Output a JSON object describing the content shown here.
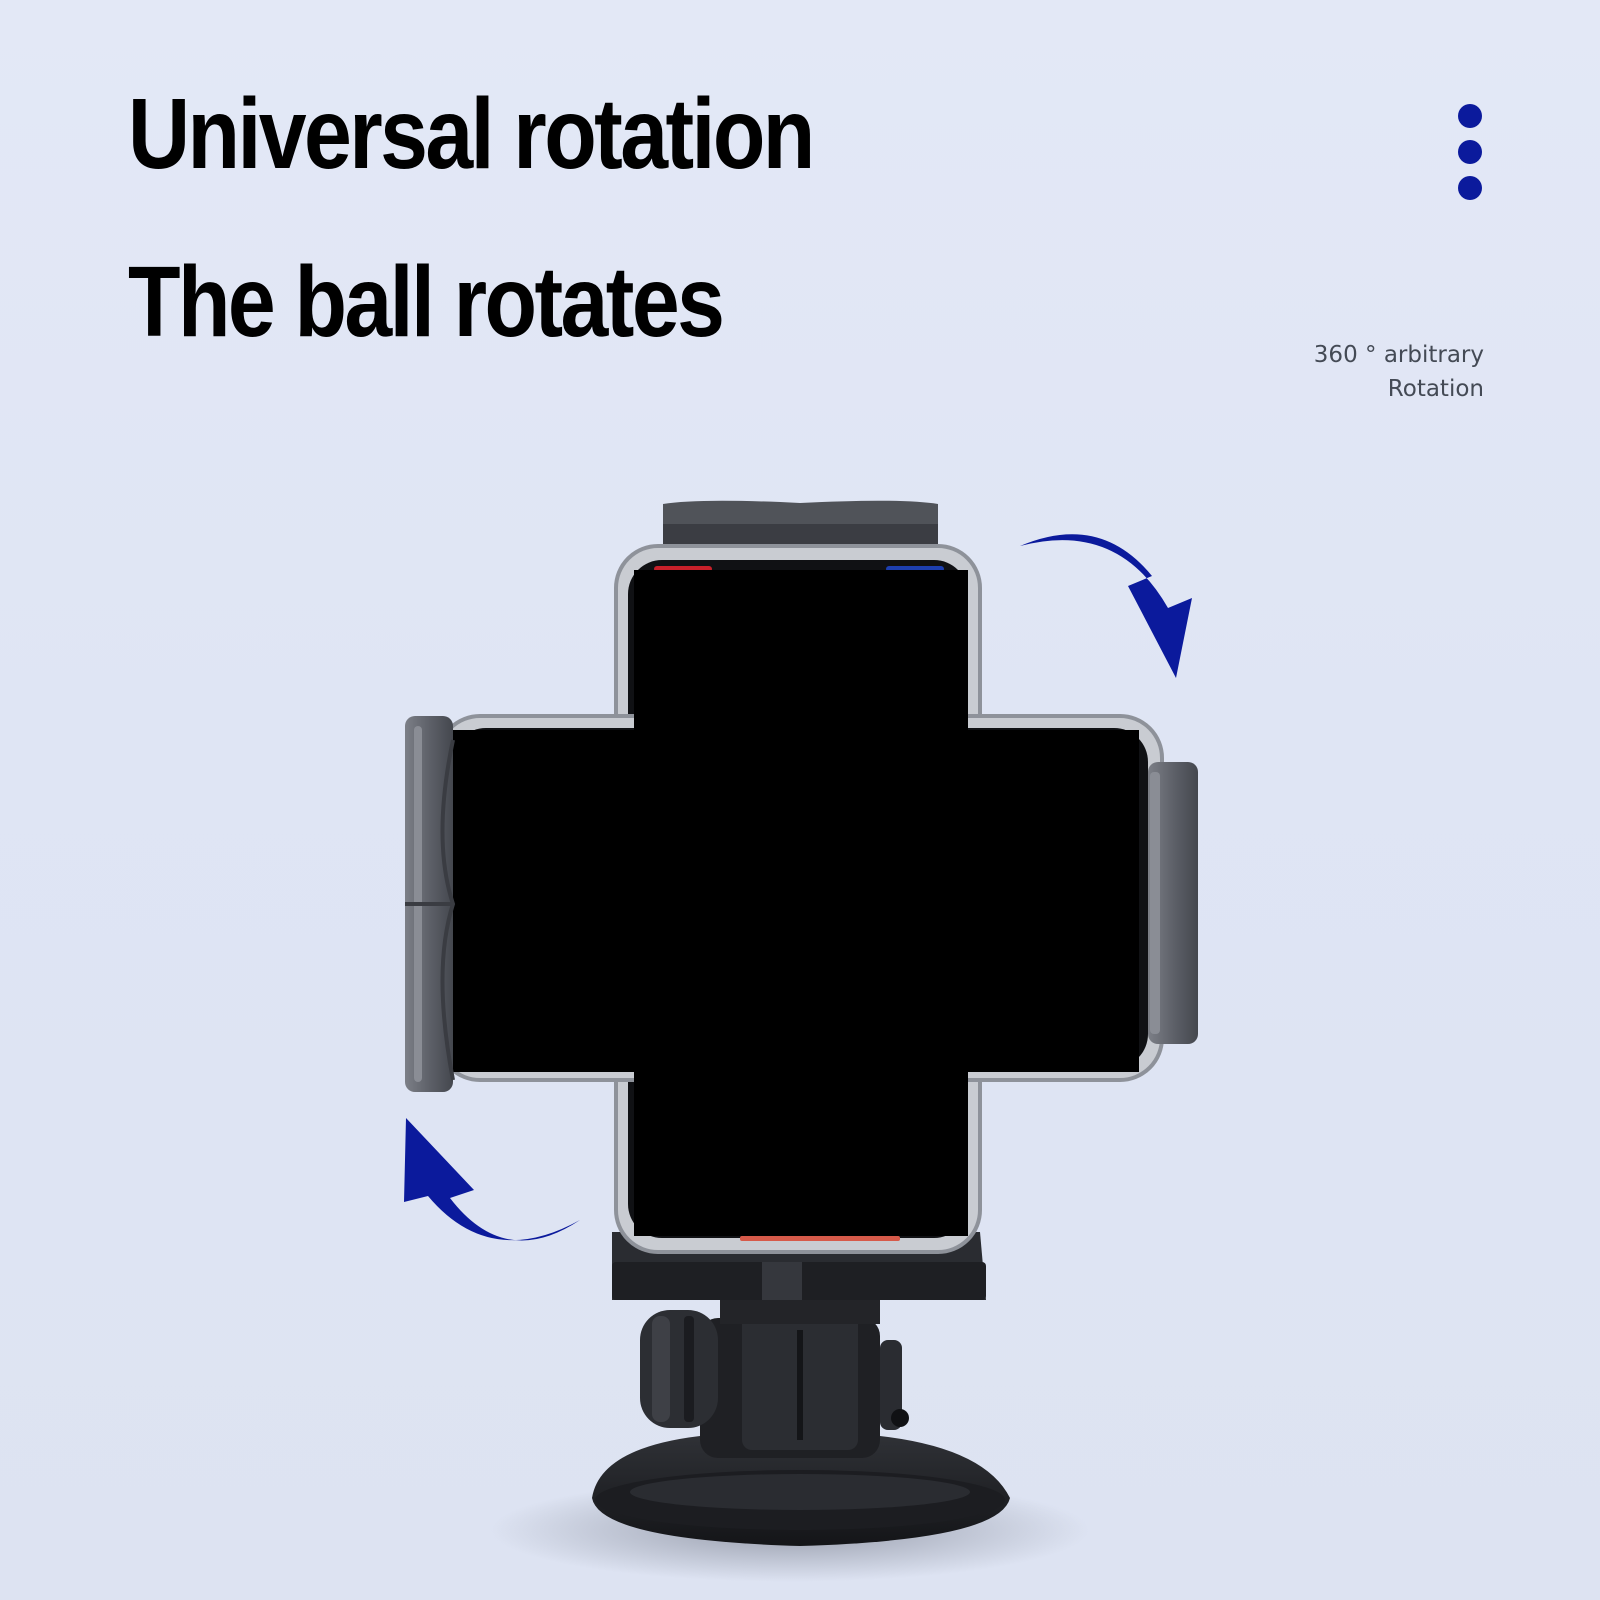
{
  "headline": {
    "line1": "Universal rotation",
    "line2": "The ball rotates"
  },
  "caption": {
    "line1": "360 ° arbitrary",
    "line2": "Rotation"
  },
  "colors": {
    "accent": "#0b1a9c",
    "text": "#000000",
    "caption": "#444a55",
    "background": "#e1e7f5"
  },
  "icons": {
    "pager": "vertical-dots-icon",
    "rotate_top": "curved-arrow-down-icon",
    "rotate_bottom": "curved-arrow-up-icon"
  }
}
